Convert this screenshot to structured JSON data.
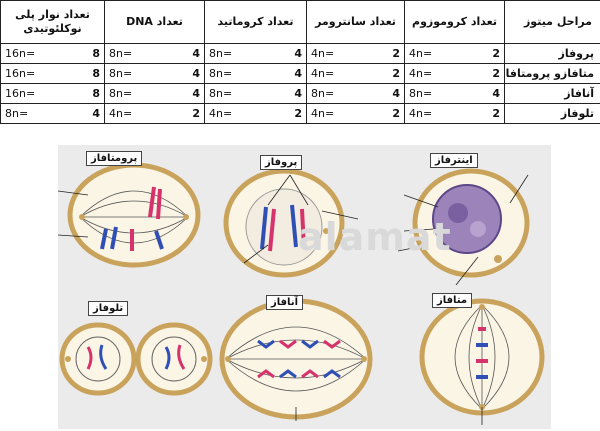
{
  "table": {
    "headers": [
      "مراحل میتوز",
      "تعداد کروموزوم",
      "تعداد سانترومر",
      "تعداد کروماتید",
      "تعداد DNA",
      "تعداد نوار پلی نوکلئوتیدی"
    ],
    "rows": [
      {
        "stage": "پروفاز",
        "cells": [
          {
            "num": "2",
            "formula": "4n="
          },
          {
            "num": "2",
            "formula": "4n="
          },
          {
            "num": "4",
            "formula": "8n="
          },
          {
            "num": "4",
            "formula": "8n="
          },
          {
            "num": "8",
            "formula": "16n="
          }
        ]
      },
      {
        "stage": "متافازو پرومتافاز",
        "cells": [
          {
            "num": "2",
            "formula": "4n="
          },
          {
            "num": "2",
            "formula": "4n="
          },
          {
            "num": "4",
            "formula": "8n="
          },
          {
            "num": "4",
            "formula": "8n="
          },
          {
            "num": "8",
            "formula": "16n="
          }
        ]
      },
      {
        "stage": "آنافاز",
        "cells": [
          {
            "num": "4",
            "formula": "8n="
          },
          {
            "num": "4",
            "formula": "8n="
          },
          {
            "num": "4",
            "formula": "8n="
          },
          {
            "num": "4",
            "formula": "8n="
          },
          {
            "num": "8",
            "formula": "16n="
          }
        ]
      },
      {
        "stage": "تلوفاز",
        "cells": [
          {
            "num": "2",
            "formula": "4n="
          },
          {
            "num": "2",
            "formula": "4n="
          },
          {
            "num": "2",
            "formula": "4n="
          },
          {
            "num": "2",
            "formula": "4n="
          },
          {
            "num": "4",
            "formula": "8n="
          }
        ]
      }
    ]
  },
  "figure": {
    "labels": {
      "prometaphase": "پرومتافاز",
      "prophase": "پروفاز",
      "interphase": "اینترفاز",
      "telophase": "تلوفاز",
      "anaphase": "آنافاز",
      "metaphase": "متافاز"
    },
    "watermark": "alamat",
    "colors": {
      "chromosome_pink": "#d6336c",
      "chromosome_blue": "#2f4fb5",
      "cell_fill": "#fbf5e6",
      "cell_edge": "#c9a35b",
      "nucleus": "#8a6aa8"
    }
  }
}
